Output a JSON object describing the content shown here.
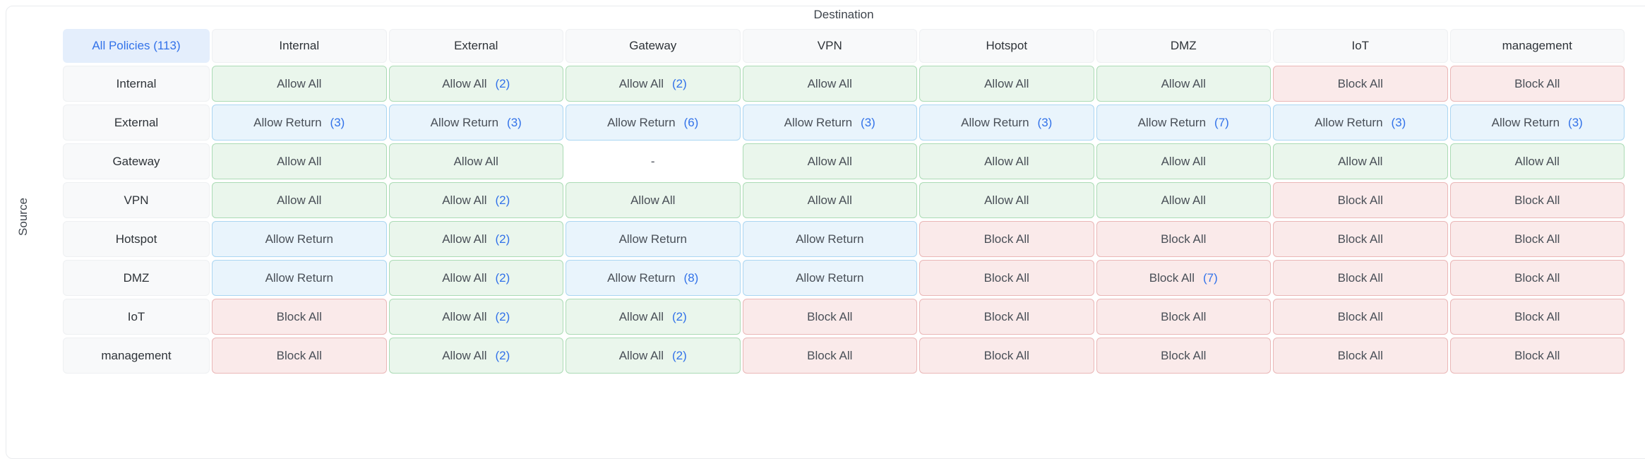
{
  "labels": {
    "destination": "Destination",
    "source": "Source",
    "all_policies": "All Policies (113)"
  },
  "colors": {
    "accent_blue": "#3272e9",
    "allow_bg": "#eaf6ec",
    "allow_border": "#abdbb5",
    "return_bg": "#e9f4fc",
    "return_border": "#abd6f2",
    "block_bg": "#faeaea",
    "block_border": "#eab7b7",
    "header_bg": "#f8f9fa",
    "card_border": "#e9ebee"
  },
  "matrix": {
    "columns": [
      "Internal",
      "External",
      "Gateway",
      "VPN",
      "Hotspot",
      "DMZ",
      "IoT",
      "management"
    ],
    "rows": [
      {
        "source": "Internal",
        "cells": [
          {
            "policy": "Allow All",
            "count": "",
            "type": "allow"
          },
          {
            "policy": "Allow All",
            "count": "(2)",
            "type": "allow"
          },
          {
            "policy": "Allow All",
            "count": "(2)",
            "type": "allow"
          },
          {
            "policy": "Allow All",
            "count": "",
            "type": "allow"
          },
          {
            "policy": "Allow All",
            "count": "",
            "type": "allow"
          },
          {
            "policy": "Allow All",
            "count": "",
            "type": "allow"
          },
          {
            "policy": "Block All",
            "count": "",
            "type": "block"
          },
          {
            "policy": "Block All",
            "count": "",
            "type": "block"
          }
        ]
      },
      {
        "source": "External",
        "cells": [
          {
            "policy": "Allow Return",
            "count": "(3)",
            "type": "return"
          },
          {
            "policy": "Allow Return",
            "count": "(3)",
            "type": "return"
          },
          {
            "policy": "Allow Return",
            "count": "(6)",
            "type": "return"
          },
          {
            "policy": "Allow Return",
            "count": "(3)",
            "type": "return"
          },
          {
            "policy": "Allow Return",
            "count": "(3)",
            "type": "return"
          },
          {
            "policy": "Allow Return",
            "count": "(7)",
            "type": "return"
          },
          {
            "policy": "Allow Return",
            "count": "(3)",
            "type": "return"
          },
          {
            "policy": "Allow Return",
            "count": "(3)",
            "type": "return"
          }
        ]
      },
      {
        "source": "Gateway",
        "cells": [
          {
            "policy": "Allow All",
            "count": "",
            "type": "allow"
          },
          {
            "policy": "Allow All",
            "count": "",
            "type": "allow"
          },
          {
            "policy": "-",
            "count": "",
            "type": "none"
          },
          {
            "policy": "Allow All",
            "count": "",
            "type": "allow"
          },
          {
            "policy": "Allow All",
            "count": "",
            "type": "allow"
          },
          {
            "policy": "Allow All",
            "count": "",
            "type": "allow"
          },
          {
            "policy": "Allow All",
            "count": "",
            "type": "allow"
          },
          {
            "policy": "Allow All",
            "count": "",
            "type": "allow"
          }
        ]
      },
      {
        "source": "VPN",
        "cells": [
          {
            "policy": "Allow All",
            "count": "",
            "type": "allow"
          },
          {
            "policy": "Allow All",
            "count": "(2)",
            "type": "allow"
          },
          {
            "policy": "Allow All",
            "count": "",
            "type": "allow"
          },
          {
            "policy": "Allow All",
            "count": "",
            "type": "allow"
          },
          {
            "policy": "Allow All",
            "count": "",
            "type": "allow"
          },
          {
            "policy": "Allow All",
            "count": "",
            "type": "allow"
          },
          {
            "policy": "Block All",
            "count": "",
            "type": "block"
          },
          {
            "policy": "Block All",
            "count": "",
            "type": "block"
          }
        ]
      },
      {
        "source": "Hotspot",
        "cells": [
          {
            "policy": "Allow Return",
            "count": "",
            "type": "return"
          },
          {
            "policy": "Allow All",
            "count": "(2)",
            "type": "allow"
          },
          {
            "policy": "Allow Return",
            "count": "",
            "type": "return"
          },
          {
            "policy": "Allow Return",
            "count": "",
            "type": "return"
          },
          {
            "policy": "Block All",
            "count": "",
            "type": "block"
          },
          {
            "policy": "Block All",
            "count": "",
            "type": "block"
          },
          {
            "policy": "Block All",
            "count": "",
            "type": "block"
          },
          {
            "policy": "Block All",
            "count": "",
            "type": "block"
          }
        ]
      },
      {
        "source": "DMZ",
        "cells": [
          {
            "policy": "Allow Return",
            "count": "",
            "type": "return"
          },
          {
            "policy": "Allow All",
            "count": "(2)",
            "type": "allow"
          },
          {
            "policy": "Allow Return",
            "count": "(8)",
            "type": "return"
          },
          {
            "policy": "Allow Return",
            "count": "",
            "type": "return"
          },
          {
            "policy": "Block All",
            "count": "",
            "type": "block"
          },
          {
            "policy": "Block All",
            "count": "(7)",
            "type": "block"
          },
          {
            "policy": "Block All",
            "count": "",
            "type": "block"
          },
          {
            "policy": "Block All",
            "count": "",
            "type": "block"
          }
        ]
      },
      {
        "source": "IoT",
        "cells": [
          {
            "policy": "Block All",
            "count": "",
            "type": "block"
          },
          {
            "policy": "Allow All",
            "count": "(2)",
            "type": "allow"
          },
          {
            "policy": "Allow All",
            "count": "(2)",
            "type": "allow"
          },
          {
            "policy": "Block All",
            "count": "",
            "type": "block"
          },
          {
            "policy": "Block All",
            "count": "",
            "type": "block"
          },
          {
            "policy": "Block All",
            "count": "",
            "type": "block"
          },
          {
            "policy": "Block All",
            "count": "",
            "type": "block"
          },
          {
            "policy": "Block All",
            "count": "",
            "type": "block"
          }
        ]
      },
      {
        "source": "management",
        "cells": [
          {
            "policy": "Block All",
            "count": "",
            "type": "block"
          },
          {
            "policy": "Allow All",
            "count": "(2)",
            "type": "allow"
          },
          {
            "policy": "Allow All",
            "count": "(2)",
            "type": "allow"
          },
          {
            "policy": "Block All",
            "count": "",
            "type": "block"
          },
          {
            "policy": "Block All",
            "count": "",
            "type": "block"
          },
          {
            "policy": "Block All",
            "count": "",
            "type": "block"
          },
          {
            "policy": "Block All",
            "count": "",
            "type": "block"
          },
          {
            "policy": "Block All",
            "count": "",
            "type": "block"
          }
        ]
      }
    ]
  }
}
